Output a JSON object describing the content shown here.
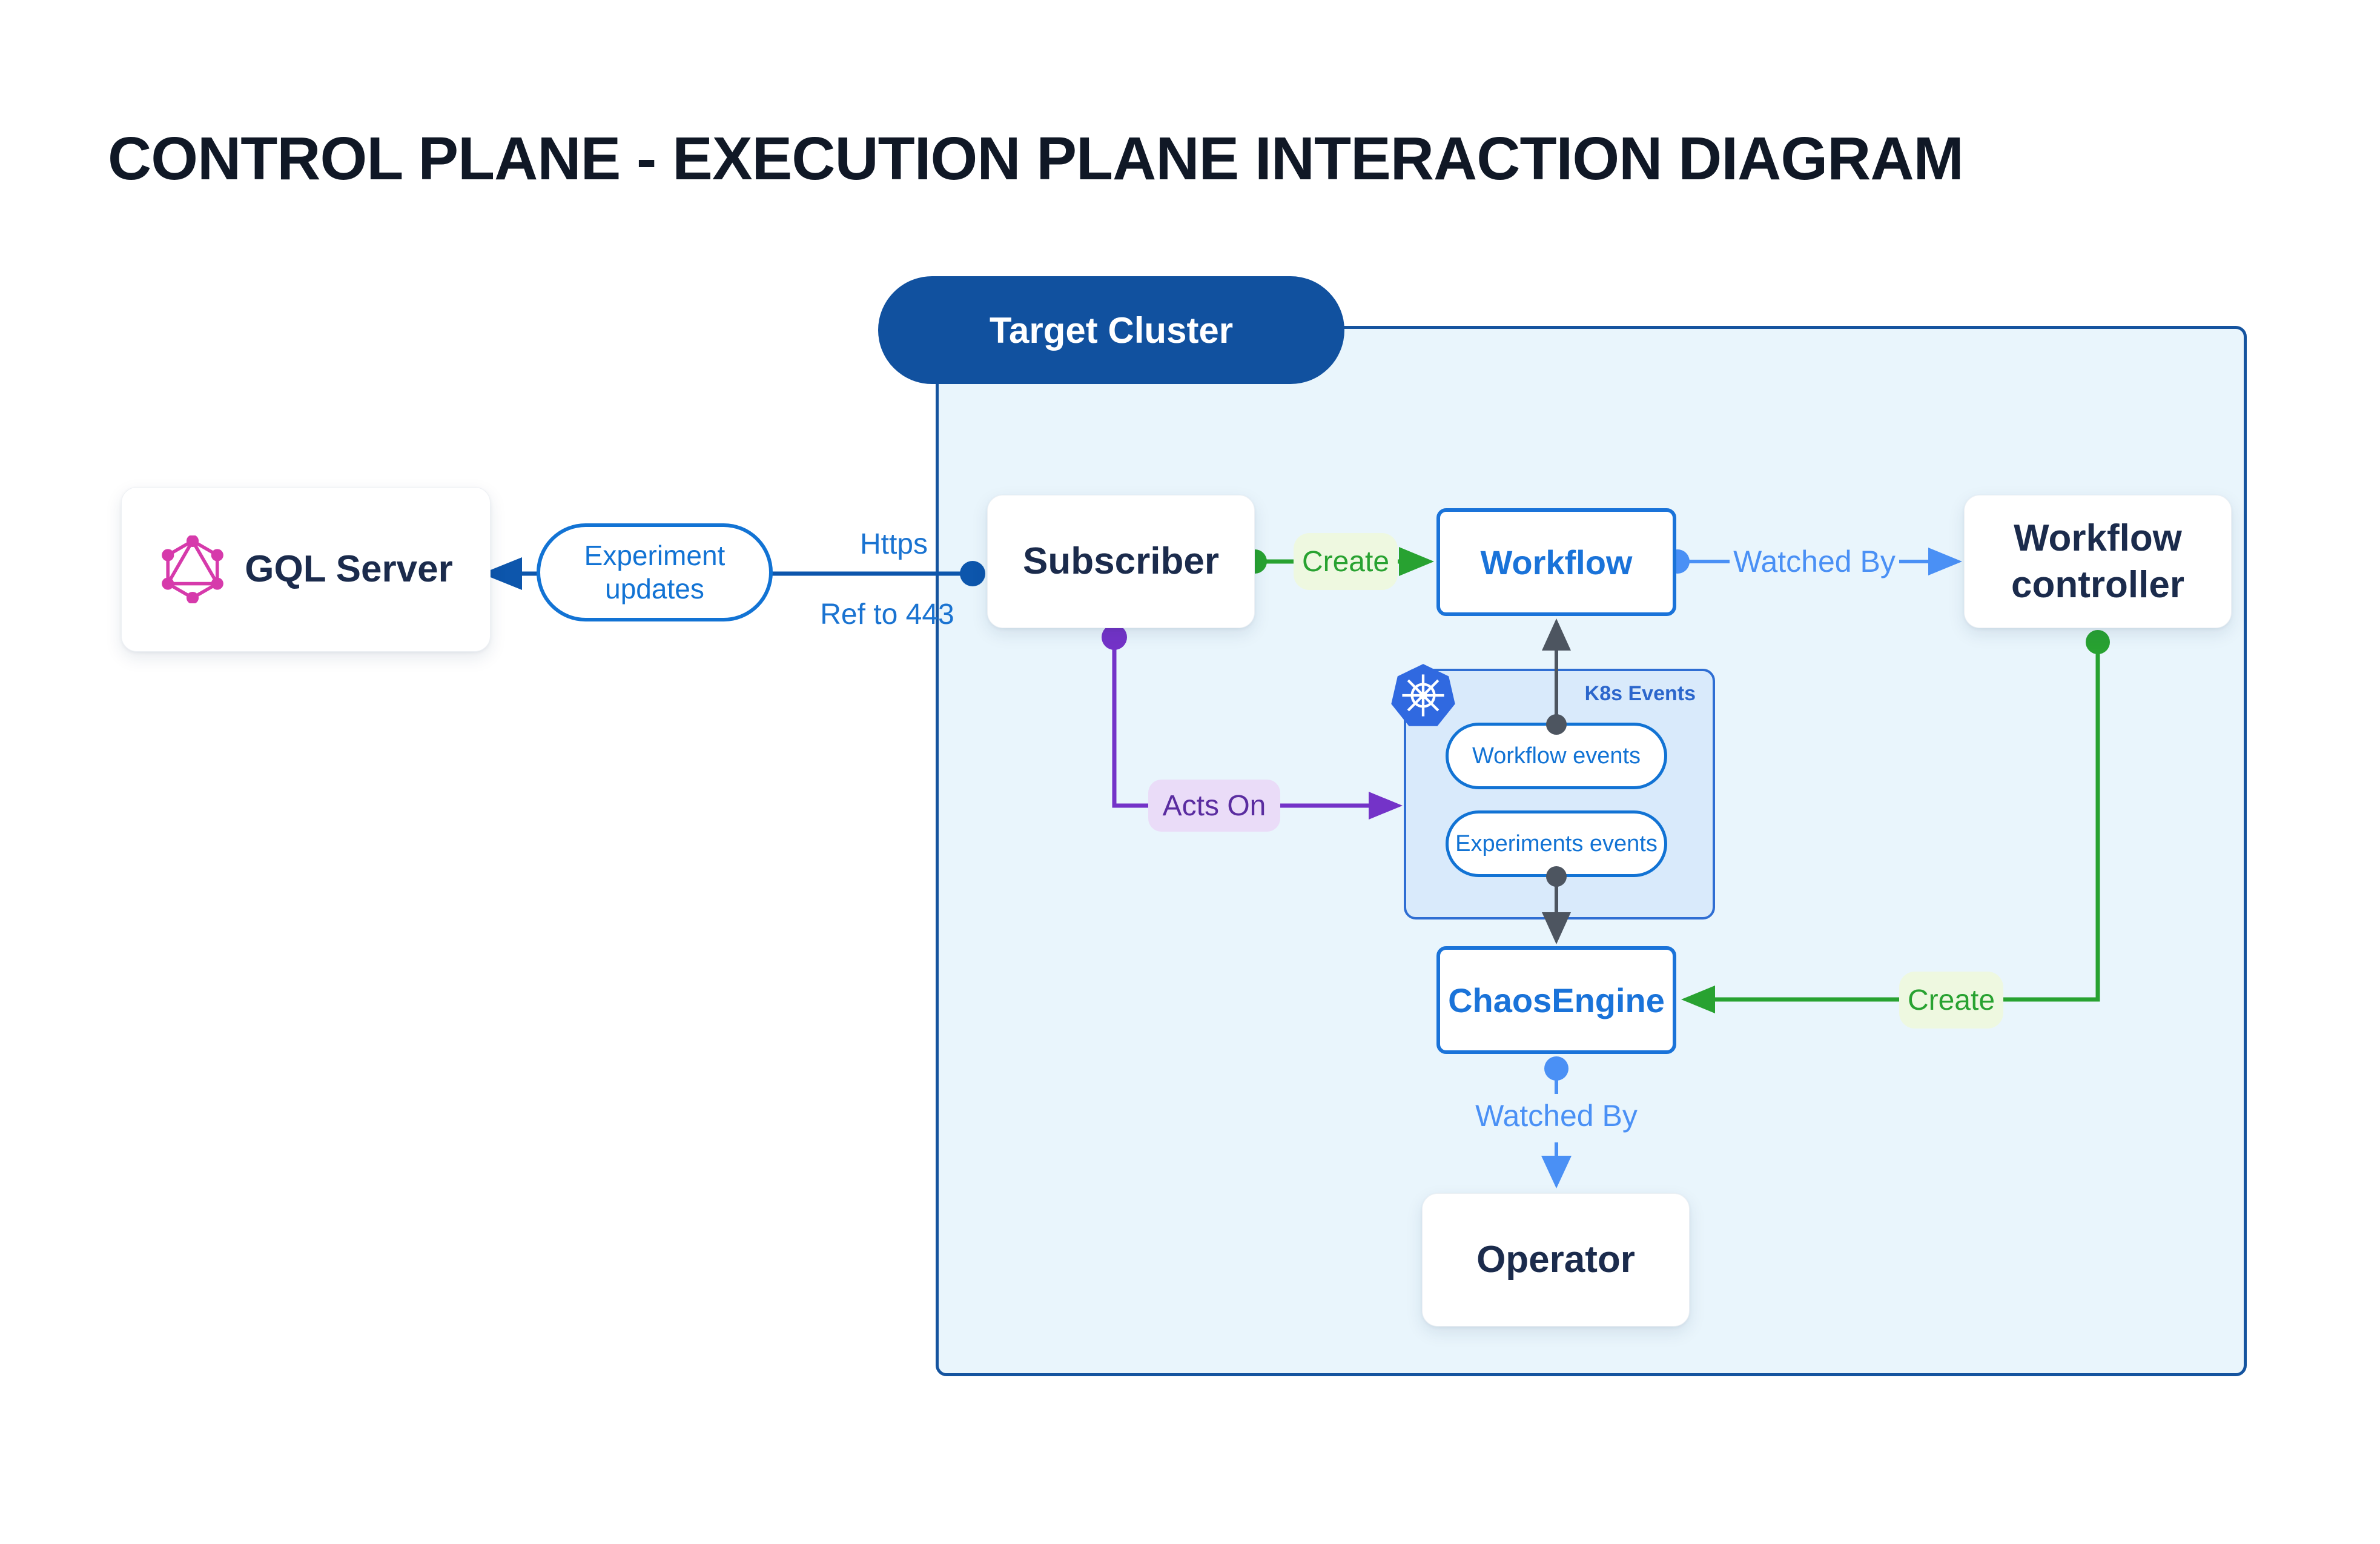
{
  "title": "CONTROL PLANE - EXECUTION PLANE INTERACTION DIAGRAM",
  "target_cluster": {
    "label": "Target Cluster"
  },
  "nodes": {
    "gql_server": {
      "label": "GQL Server"
    },
    "subscriber": {
      "label": "Subscriber"
    },
    "workflow": {
      "label": "Workflow"
    },
    "workflow_controller": {
      "label": "Workflow controller"
    },
    "chaos_engine": {
      "label": "ChaosEngine"
    },
    "operator": {
      "label": "Operator"
    },
    "k8s_events": {
      "title": "K8s Events",
      "pills": [
        {
          "label": "Workflow events"
        },
        {
          "label": "Experiments events"
        }
      ]
    }
  },
  "edges": {
    "experiment_updates": {
      "label": "Experiment updates"
    },
    "https": {
      "label": "Https"
    },
    "ref_443": {
      "label": "Ref to 443"
    },
    "create_workflow": {
      "label": "Create"
    },
    "watched_by_controller": {
      "label": "Watched By"
    },
    "acts_on": {
      "label": "Acts On"
    },
    "create_chaosengine": {
      "label": "Create"
    },
    "watched_by_operator": {
      "label": "Watched By"
    }
  },
  "icons": {
    "graphql": "graphql-logo",
    "kubernetes": "kubernetes-logo"
  },
  "colors": {
    "title": "#101826",
    "node_text": "#1b2b4c",
    "blue_node": "#1a73d9",
    "line_dark_blue": "#0d56ac",
    "link_blue": "#1a73d1",
    "light_link_blue": "#4a90f5",
    "green": "#28a231",
    "green_bg": "#eef8e0",
    "purple": "#7433c8",
    "purple_text": "#5a2ca0",
    "purple_bg": "#eadcf8",
    "gray_line": "#4d5560",
    "cluster_fill": "#e9f5fc",
    "cluster_border": "#15549f",
    "k8s_fill": "#d9eafb",
    "k8s_border": "#2f6ed3",
    "k8s_label": "#2b66cc",
    "pill_blue": "#1273d4",
    "target_fill": "#11519f",
    "graphql_pink": "#d63aab",
    "k8s_logo": "#3069e0"
  }
}
